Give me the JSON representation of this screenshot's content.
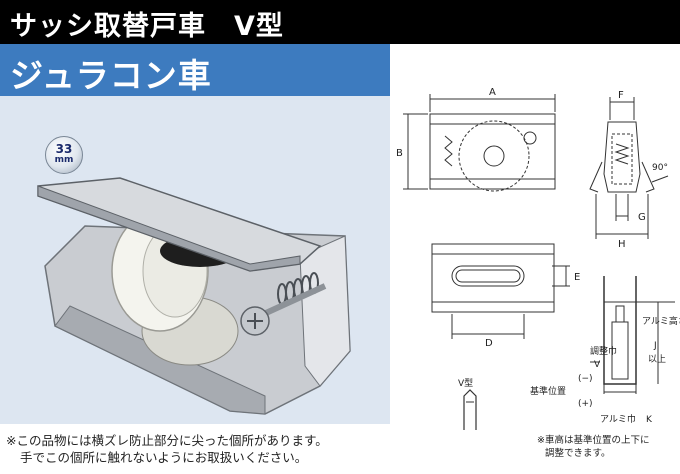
{
  "header": {
    "title": "サッシ取替戸車　V型",
    "subtitle": "ジュラコン車"
  },
  "badge": {
    "size": "33",
    "unit": "mm"
  },
  "notice": {
    "line1": "※この品物には横ズレ防止部分に尖った個所があります。",
    "line2": "手でこの個所に触れないようにお取扱いください。"
  },
  "diagram": {
    "labels": {
      "a": "A",
      "b": "B",
      "f": "F",
      "g": "G",
      "h": "H",
      "e": "E",
      "d": "D",
      "angle": "90°",
      "v_type": "V型",
      "adjust_width": "調整巾",
      "v_mark": "V",
      "minus": "(−)",
      "plus": "(+)",
      "base_position": "基準位置",
      "alumi_height": "アルミ高さ",
      "j_mark": "J",
      "above": "以上",
      "alumi_width": "アルミ巾",
      "k_mark": "K"
    },
    "footnote_line1": "※車高は基準位置の上下に",
    "footnote_line2": "調整できます。"
  },
  "colors": {
    "title_bg": "#000000",
    "subtitle_bg": "#3d7bbf",
    "photo_bg": "#dde6f1"
  }
}
